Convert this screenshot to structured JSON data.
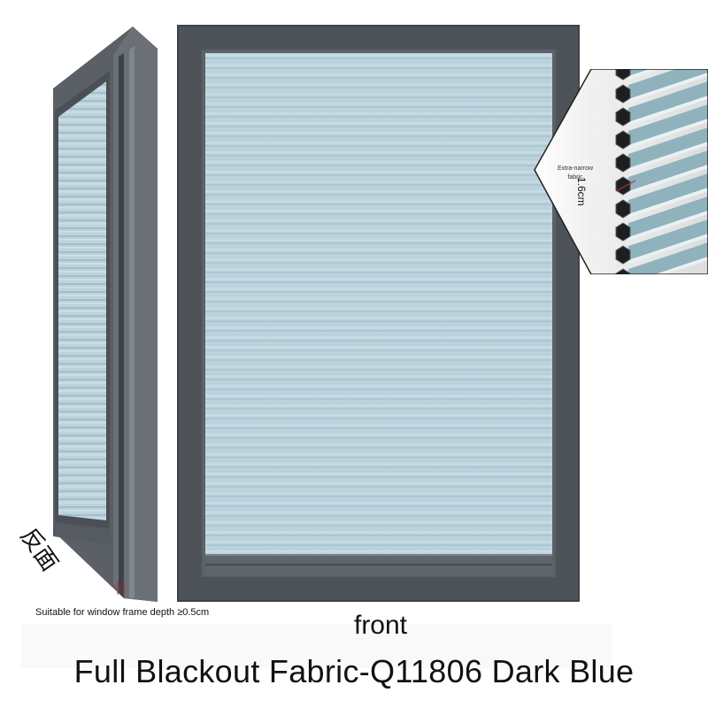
{
  "labels": {
    "title": "Full Blackout Fabric-Q11806 Dark Blue",
    "front": "front",
    "reverse": "反面",
    "depth_note": "Suitable for window frame depth ≥0.5cm",
    "zoom_caption_line1": "Extra-narrow",
    "zoom_caption_line2": "fabric",
    "cell_size": "1.6cm"
  },
  "colors": {
    "frame": "#4d5359",
    "fabric": "#bcd4de",
    "fabric_shadow": "#a9c3cf",
    "zoom_fabric": "#8fb2bd",
    "cell_edge": "#1c1f22"
  },
  "icons": [
    "honeycomb-cell-icon",
    "measure-line-icon"
  ]
}
